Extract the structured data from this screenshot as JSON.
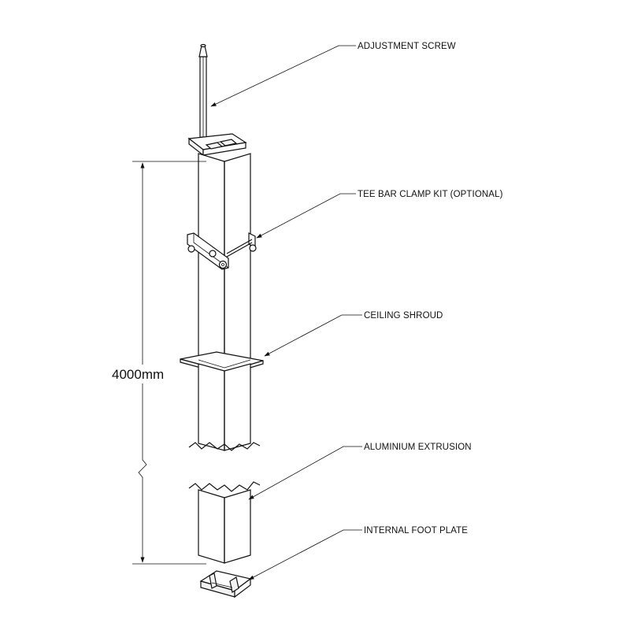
{
  "labels": {
    "adjustment_screw": "ADJUSTMENT SCREW",
    "tee_bar_clamp_kit": "TEE BAR CLAMP KIT (OPTIONAL)",
    "ceiling_shroud": "CEILING SHROUD",
    "aluminium_extrusion": "ALUMINIUM EXTRUSION",
    "internal_foot_plate": "INTERNAL FOOT PLATE"
  },
  "dimension": {
    "height": "4000mm"
  }
}
